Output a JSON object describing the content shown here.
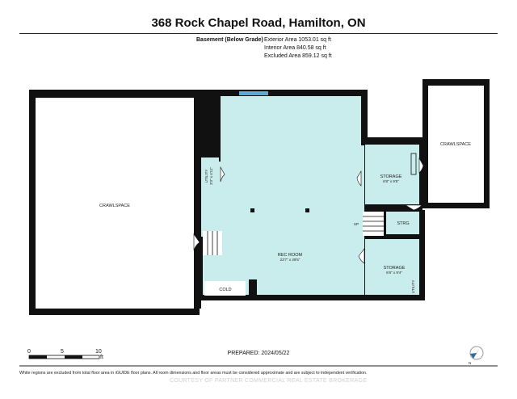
{
  "header": {
    "title": "368 Rock Chapel Road, Hamilton, ON",
    "level": "Basement (Below Grade)",
    "exterior_area": "Exterior Area 1053.01 sq ft",
    "interior_area": "Interior Area 840.58 sq ft",
    "excluded_area": "Excluded Area 859.12 sq ft"
  },
  "rooms": {
    "crawlspace_left": "CRAWLSPACE",
    "crawlspace_right": "CRAWLSPACE",
    "utility_name": "UTILITY",
    "utility_dims": "3'3\" x 4'11\"",
    "storage_top_name": "STORAGE",
    "storage_top_dims": "6'8\" x 9'5\"",
    "strg": "STRG",
    "up": "UP",
    "rec_room_name": "REC ROOM",
    "rec_room_dims": "23'7\" x 29'5\"",
    "storage_bottom_name": "STORAGE",
    "storage_bottom_dims": "6'8\" x 9'4\"",
    "utility_vertical": "UTILITY",
    "cold": "COLD"
  },
  "scale": {
    "t0": "0",
    "t5": "5",
    "t10": "10",
    "unit": "ft"
  },
  "compass": {
    "north": "N"
  },
  "footer": {
    "prepared": "PREPARED: 2024/05/22",
    "disclaimer": "White regions are excluded from total floor area in iGUIDE floor plans. All room dimensions and floor areas must be considered approximate and are subject to independent verification.",
    "watermark": "COURTESY OF PARTNER COMMERCIAL REAL ESTATE BROKERAGE"
  },
  "colors": {
    "room_fill": "#c9ecec",
    "wall": "#111111",
    "window": "#5aa9d6"
  }
}
